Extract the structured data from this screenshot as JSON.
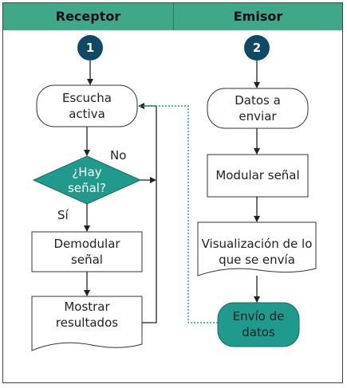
{
  "header": {
    "left_title": "Receptor",
    "right_title": "Emisor"
  },
  "steps": {
    "receptor_number": "1",
    "emisor_number": "2"
  },
  "receptor": {
    "listen": "Escucha activa",
    "decision": "¿Hay señal?",
    "no_label": "No",
    "yes_label": "Sí",
    "demodulate": "Demodular señal",
    "show": "Mostrar resultados"
  },
  "emisor": {
    "data": "Datos a enviar",
    "modulate": "Modular señal",
    "display": "Visualización de lo que se envía",
    "send": "Envío de datos"
  },
  "colors": {
    "header": "#3ea888",
    "circle": "#0e4a66",
    "send_node": "#1f9a8c",
    "dotted_link": "#22a0c8"
  }
}
